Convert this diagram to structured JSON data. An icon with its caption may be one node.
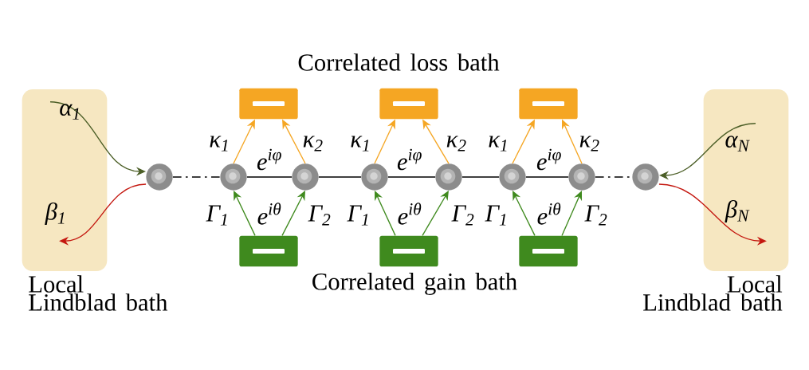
{
  "diagram": {
    "nodes": [
      {
        "text": [
          "Local Lindblad bath"
        ]
      },
      {
        "text": [
          "Local Lindblad bath"
        ]
      },
      {
        "text": [],
        "shape": "circle"
      },
      {
        "text": [],
        "shape": "circle"
      },
      {
        "text": [],
        "shape": "circle"
      },
      {
        "text": [],
        "shape": "circle"
      },
      {
        "text": [],
        "shape": "circle"
      },
      {
        "text": [],
        "shape": "circle"
      },
      {
        "text": [],
        "shape": "circle"
      },
      {
        "text": [],
        "shape": "circle"
      },
      {
        "text": [],
        "shape": "box"
      },
      {
        "text": [],
        "shape": "box"
      },
      {
        "text": [],
        "shape": "box"
      },
      {
        "text": [],
        "shape": "box"
      },
      {
        "text": [],
        "shape": "box"
      },
      {
        "text": [],
        "shape": "box"
      }
    ],
    "edges": [
      {
        "from": 2,
        "to": 3,
        "arrow": "none",
        "style": "dashed"
      },
      {
        "from": 3,
        "to": 4,
        "arrow": "none"
      },
      {
        "from": 4,
        "to": 5,
        "arrow": "none"
      },
      {
        "from": 5,
        "to": 6,
        "arrow": "none"
      },
      {
        "from": 6,
        "to": 7,
        "arrow": "none"
      },
      {
        "from": 7,
        "to": 8,
        "arrow": "none"
      },
      {
        "from": 8,
        "to": 9,
        "arrow": "none",
        "style": "dashed"
      },
      {
        "from": 3,
        "to": 10,
        "arrow": "to",
        "label": "κ$_{1}$",
        "color": "#f5a623"
      },
      {
        "from": 4,
        "to": 10,
        "arrow": "to",
        "label": "κ$_{2}$",
        "color": "#f5a623"
      },
      {
        "from": 5,
        "to": 11,
        "arrow": "to",
        "label": "κ$_{1}$",
        "color": "#f5a623"
      },
      {
        "from": 6,
        "to": 11,
        "arrow": "to",
        "label": "κ$_{2}$",
        "color": "#f5a623"
      },
      {
        "from": 7,
        "to": 12,
        "arrow": "to",
        "label": "κ$_{1}$",
        "color": "#f5a623"
      },
      {
        "from": 8,
        "to": 12,
        "arrow": "to",
        "label": "κ$_{2}$",
        "color": "#f5a623"
      },
      {
        "from": 13,
        "to": 3,
        "arrow": "to",
        "label": "Γ$_{1}$",
        "color": "#3f8a1e"
      },
      {
        "from": 13,
        "to": 4,
        "arrow": "to",
        "label": "Γ$_{2}$",
        "color": "#3f8a1e"
      },
      {
        "from": 14,
        "to": 5,
        "arrow": "to",
        "label": "Γ$_{1}$",
        "color": "#3f8a1e"
      },
      {
        "from": 14,
        "to": 6,
        "arrow": "to",
        "label": "Γ$_{2}$",
        "color": "#3f8a1e"
      },
      {
        "from": 15,
        "to": 7,
        "arrow": "to",
        "label": "Γ$_{1}$",
        "color": "#3f8a1e"
      },
      {
        "from": 15,
        "to": 8,
        "arrow": "to",
        "label": "Γ$_{2}$",
        "color": "#3f8a1e"
      },
      {
        "from": 0,
        "to": 2,
        "arrow": "to",
        "label": "α$_{1}$",
        "color": "#4b5e26"
      },
      {
        "from": 2,
        "to": 0,
        "arrow": "to",
        "label": "β$_{1}$",
        "color": "#c4170f"
      },
      {
        "from": 1,
        "to": 9,
        "arrow": "to",
        "label": "α$_{N}$",
        "color": "#4b5e26"
      },
      {
        "from": 9,
        "to": 1,
        "arrow": "to",
        "label": "β$_{N}$",
        "color": "#c4170f"
      }
    ],
    "labels": [
      "Correlated loss bath",
      "e$^{iφ}$",
      "e$^{iφ}$",
      "e$^{iφ}$",
      "e$^{iθ}$",
      "e$^{iθ}$",
      "e$^{iθ}$",
      "Correlated gain bath"
    ]
  }
}
